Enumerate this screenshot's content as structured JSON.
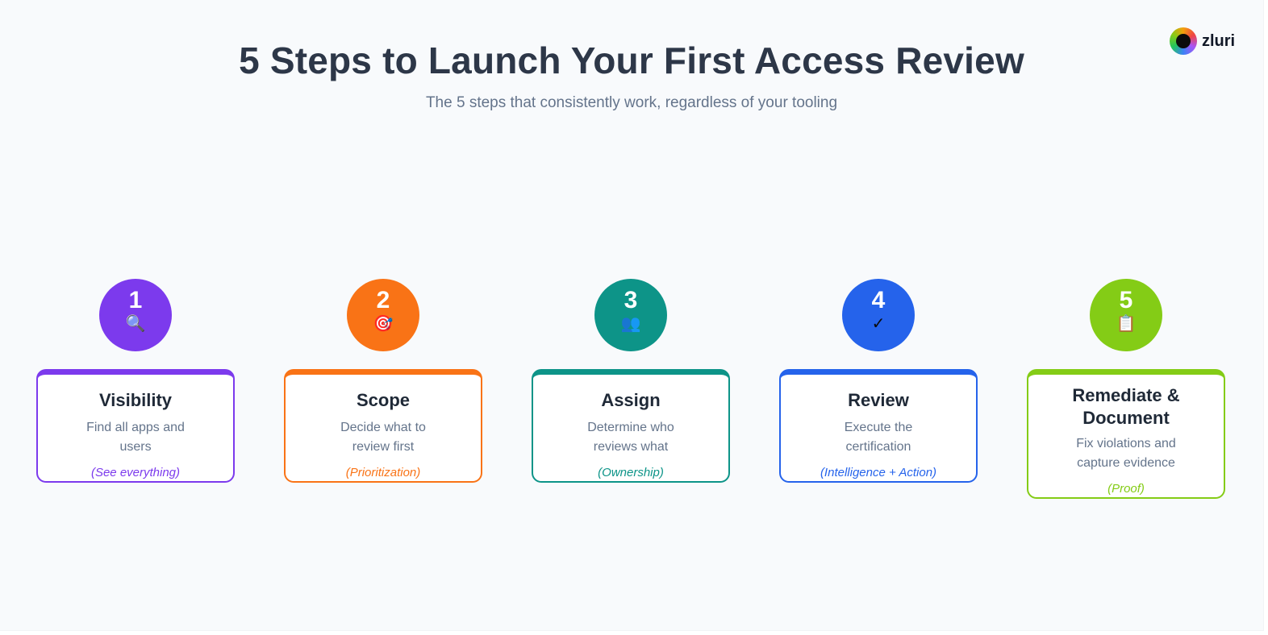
{
  "header": {
    "title": "5 Steps to Launch Your First Access Review",
    "subtitle": "The 5 steps that consistently work, regardless of your tooling"
  },
  "logo": {
    "name": "zluri"
  },
  "steps": [
    {
      "number": "1",
      "icon": "🔍",
      "icon_name": "magnifying-glass-icon",
      "title": "Visibility",
      "description": "Find all apps and users",
      "tag": "(See everything)",
      "color": "#7c3aed"
    },
    {
      "number": "2",
      "icon": "🎯",
      "icon_name": "target-icon",
      "title": "Scope",
      "description": "Decide what to review first",
      "tag": "(Prioritization)",
      "color": "#f97316"
    },
    {
      "number": "3",
      "icon": "👥",
      "icon_name": "users-icon",
      "title": "Assign",
      "description": "Determine who reviews what",
      "tag": "(Ownership)",
      "color": "#0d9488"
    },
    {
      "number": "4",
      "icon": "✓",
      "icon_name": "checkmark-icon",
      "title": "Review",
      "description": "Execute the certification",
      "tag": "(Intelligence + Action)",
      "color": "#2563eb"
    },
    {
      "number": "5",
      "icon": "📋",
      "icon_name": "clipboard-icon",
      "title": "Remediate & Document",
      "description": "Fix violations and capture evidence",
      "tag": "(Proof)",
      "color": "#84cc16"
    }
  ]
}
